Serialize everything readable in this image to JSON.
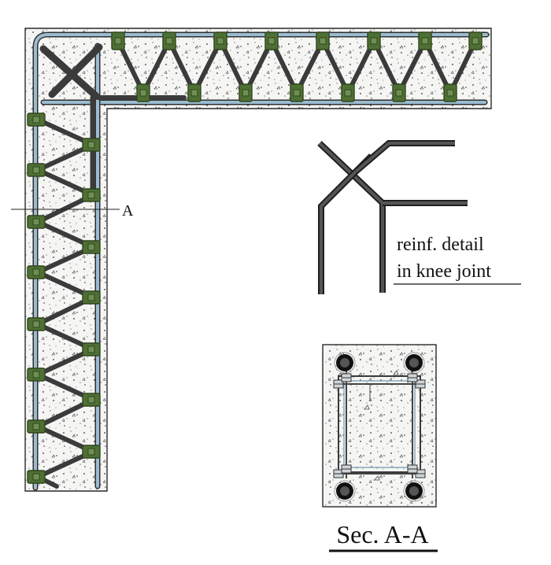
{
  "section_marker": {
    "label": "A"
  },
  "detail": {
    "line1": "reinf. detail",
    "line2": "in knee joint"
  },
  "section": {
    "caption": "Sec. A-A"
  },
  "colors": {
    "concrete": "#f4f4f2",
    "outline": "#2a2a2a",
    "rebar": "#3b3b3b",
    "bar_blue": "#8fb3c8",
    "coupler": "#4f7035",
    "coupler_dark": "#2f451d"
  }
}
